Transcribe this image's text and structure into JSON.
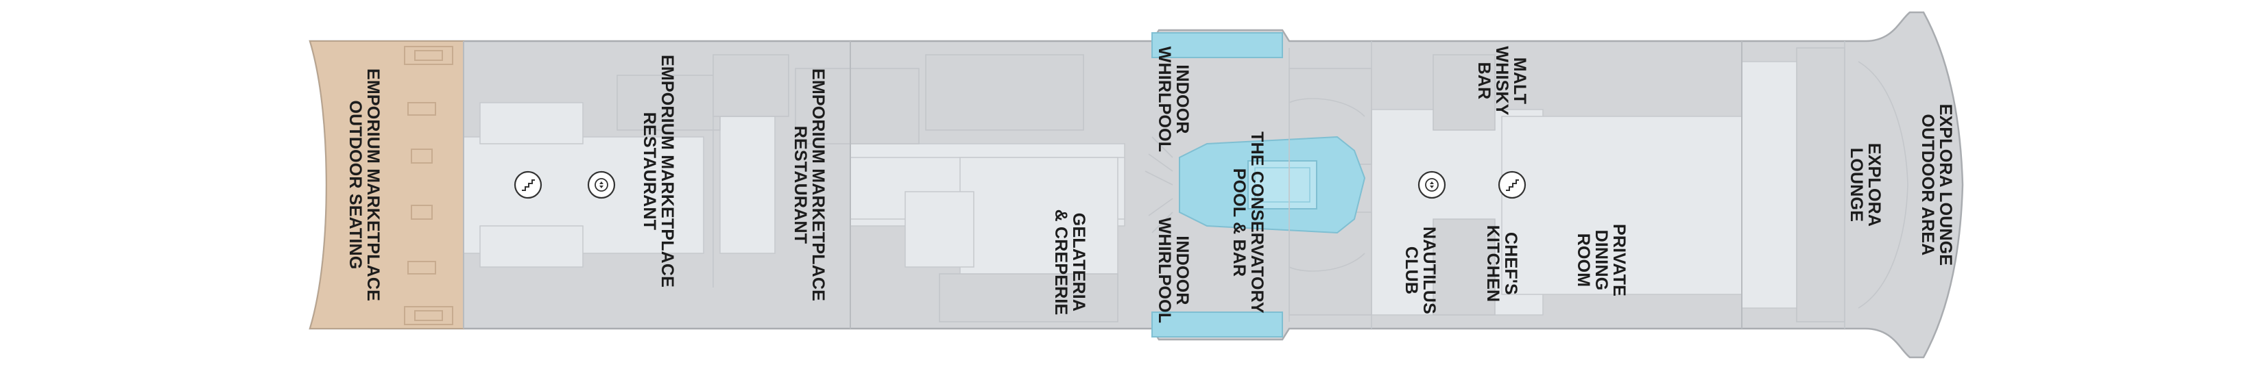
{
  "deck_labels": {
    "emporium_outdoor": "EMPORIUM MARKETPLACE\nOUTDOOR SEATING",
    "emporium_restaurant_aft": "EMPORIUM MARKETPLACE\nRESTAURANT",
    "emporium_restaurant_mid": "EMPORIUM MARKETPLACE\nRESTAURANT",
    "gelateria": "GELATERIA\n& CREPERIE",
    "indoor_whirlpool_top": "INDOOR\nWHIRLPOOL",
    "indoor_whirlpool_bottom": "INDOOR\nWHIRLPOOL",
    "conservatory": "THE CONSERVATORY\nPOOL & BAR",
    "nautilus": "NAUTILUS\nCLUB",
    "malt_whisky": "MALT\nWHISKY\nBAR",
    "chefs_kitchen": "CHEF'S\nKITCHEN",
    "private_dining": "PRIVATE\nDINING\nROOM",
    "explora_lounge": "EXPLORA\nLOUNGE",
    "explora_outdoor": "EXPLORA LOUNGE\nOUTDOOR AREA"
  },
  "icons": {
    "stairs": "stairs-icon",
    "elevator": "elevator-icon"
  },
  "colors": {
    "deck": "#d3d5d8",
    "interior": "#e6e9ec",
    "outdoor_deck": "#e0c7ad",
    "pool": "#9fd8e8",
    "text": "#1c1c1c"
  }
}
